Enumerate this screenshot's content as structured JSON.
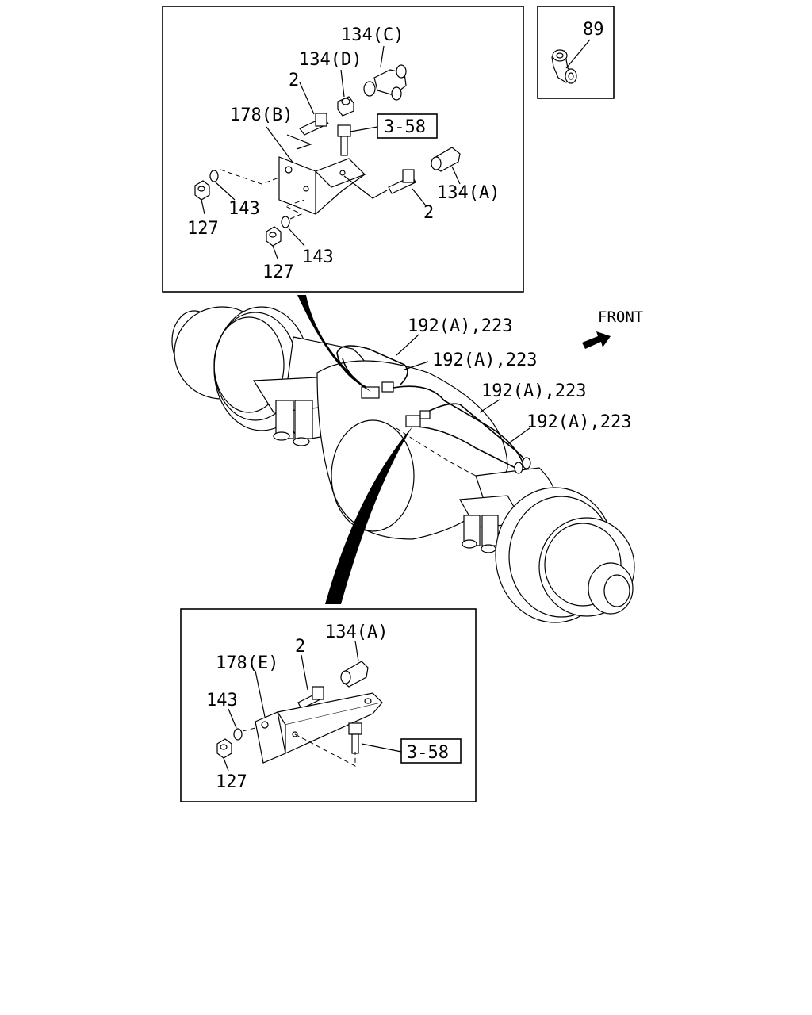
{
  "callouts": {
    "top": {
      "c134c": "134(C)",
      "c134d": "134(D)",
      "c2a": "2",
      "c178b": "178(B)",
      "ref358": "3-58",
      "c143a": "143",
      "c127a": "127",
      "c134a": "134(A)",
      "c2b": "2",
      "c143b": "143",
      "c127b": "127"
    },
    "corner": {
      "c89": "89"
    },
    "main": {
      "front": "FRONT",
      "pipe1": "192(A),223",
      "pipe2": "192(A),223",
      "pipe3": "192(A),223",
      "pipe4": "192(A),223"
    },
    "bottom": {
      "c134a": "134(A)",
      "c2": "2",
      "c178e": "178(E)",
      "c143": "143",
      "c127": "127",
      "ref358": "3-58"
    }
  },
  "colors": {
    "line": "#000000",
    "background": "#ffffff"
  }
}
